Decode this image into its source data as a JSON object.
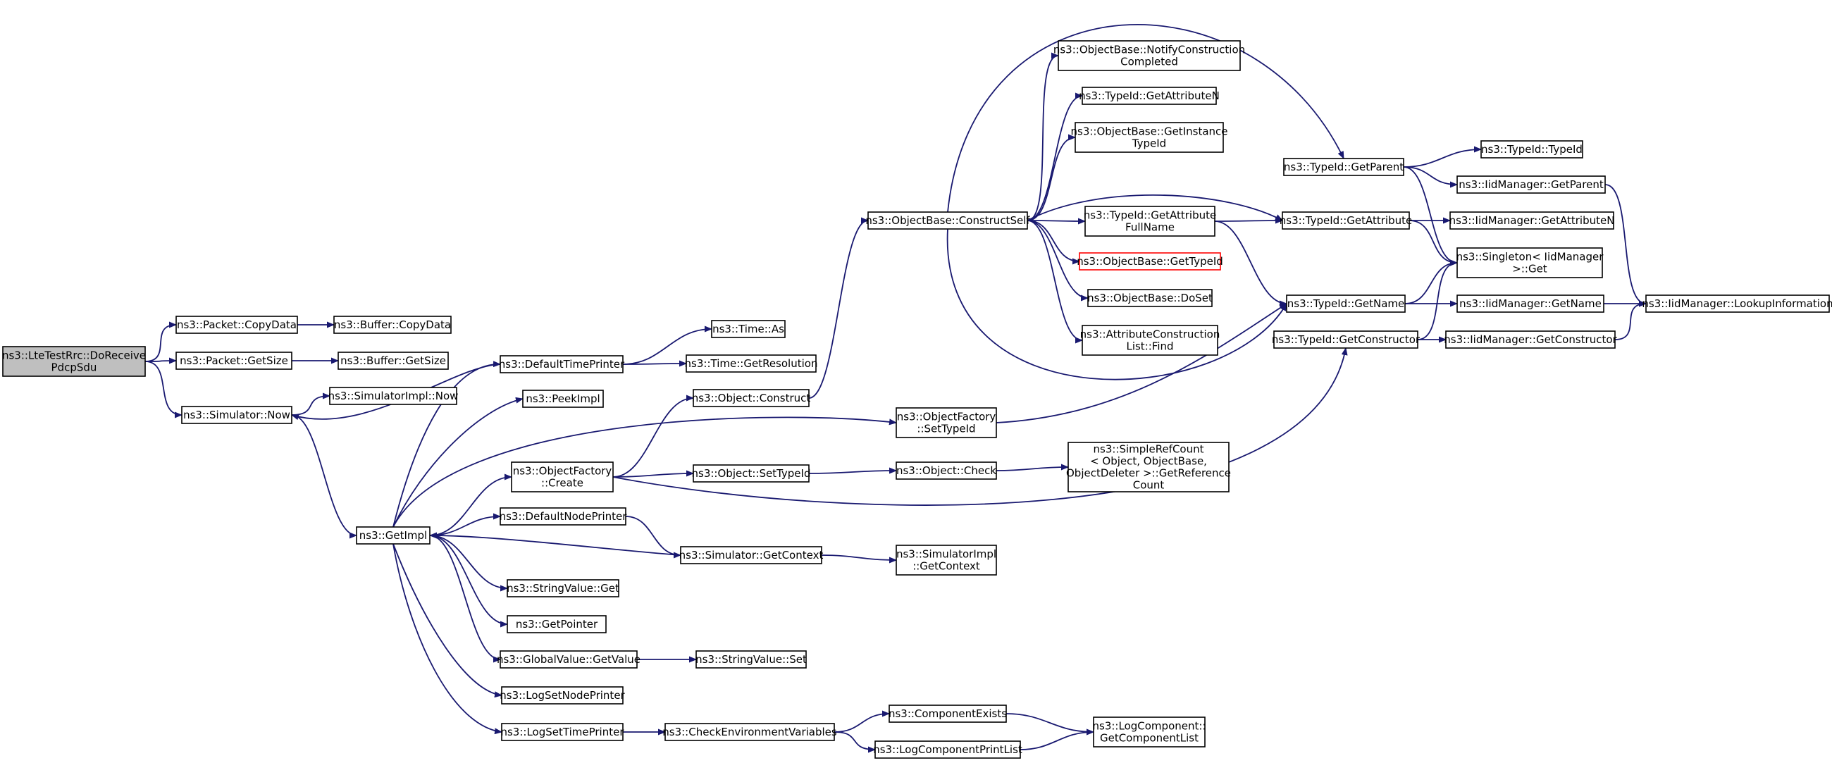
{
  "colors": {
    "edge": "#191970",
    "node_border": "#000000",
    "root_fill": "#bfbfbf",
    "incomplete_border": "#ff0000"
  },
  "nodes": [
    {
      "id": "root",
      "lines": [
        "ns3::LteTestRrc::DoReceive",
        "PdcpSdu"
      ],
      "style": "root"
    },
    {
      "id": "pkt_copy",
      "lines": [
        "ns3::Packet::CopyData"
      ]
    },
    {
      "id": "buf_copy",
      "lines": [
        "ns3::Buffer::CopyData"
      ]
    },
    {
      "id": "pkt_size",
      "lines": [
        "ns3::Packet::GetSize"
      ]
    },
    {
      "id": "buf_size",
      "lines": [
        "ns3::Buffer::GetSize"
      ]
    },
    {
      "id": "sim_now",
      "lines": [
        "ns3::Simulator::Now"
      ]
    },
    {
      "id": "simimpl_now",
      "lines": [
        "ns3::SimulatorImpl::Now"
      ]
    },
    {
      "id": "getimpl",
      "lines": [
        "ns3::GetImpl"
      ]
    },
    {
      "id": "def_time",
      "lines": [
        "ns3::DefaultTimePrinter"
      ]
    },
    {
      "id": "time_as",
      "lines": [
        "ns3::Time::As"
      ]
    },
    {
      "id": "time_res",
      "lines": [
        "ns3::Time::GetResolution"
      ]
    },
    {
      "id": "peekimpl",
      "lines": [
        "ns3::PeekImpl"
      ]
    },
    {
      "id": "of_create",
      "lines": [
        "ns3::ObjectFactory",
        "::Create"
      ]
    },
    {
      "id": "obj_construct",
      "lines": [
        "ns3::Object::Construct"
      ]
    },
    {
      "id": "obj_settypeid",
      "lines": [
        "ns3::Object::SetTypeId"
      ]
    },
    {
      "id": "obj_check",
      "lines": [
        "ns3::Object::Check"
      ]
    },
    {
      "id": "srcount",
      "lines": [
        "ns3::SimpleRefCount",
        "< Object, ObjectBase,",
        " ObjectDeleter >::GetReference",
        "Count"
      ]
    },
    {
      "id": "of_settypeid",
      "lines": [
        "ns3::ObjectFactory",
        "::SetTypeId"
      ]
    },
    {
      "id": "def_node",
      "lines": [
        "ns3::DefaultNodePrinter"
      ]
    },
    {
      "id": "sim_getctx",
      "lines": [
        "ns3::Simulator::GetContext"
      ]
    },
    {
      "id": "simimpl_ctx",
      "lines": [
        "ns3::SimulatorImpl",
        "::GetContext"
      ]
    },
    {
      "id": "sv_get",
      "lines": [
        "ns3::StringValue::Get"
      ]
    },
    {
      "id": "getpointer",
      "lines": [
        "ns3::GetPointer"
      ]
    },
    {
      "id": "gv_getvalue",
      "lines": [
        "ns3::GlobalValue::GetValue"
      ]
    },
    {
      "id": "sv_set",
      "lines": [
        "ns3::StringValue::Set"
      ]
    },
    {
      "id": "lognode",
      "lines": [
        "ns3::LogSetNodePrinter"
      ]
    },
    {
      "id": "logtime",
      "lines": [
        "ns3::LogSetTimePrinter"
      ]
    },
    {
      "id": "checkenv",
      "lines": [
        "ns3::CheckEnvironmentVariables"
      ]
    },
    {
      "id": "compexists",
      "lines": [
        "ns3::ComponentExists"
      ]
    },
    {
      "id": "lcprint",
      "lines": [
        "ns3::LogComponentPrintList"
      ]
    },
    {
      "id": "lc_getlist",
      "lines": [
        "ns3::LogComponent::",
        "GetComponentList"
      ]
    },
    {
      "id": "ob_construct",
      "lines": [
        "ns3::ObjectBase::ConstructSelf"
      ]
    },
    {
      "id": "ob_notify",
      "lines": [
        "ns3::ObjectBase::NotifyConstruction",
        "Completed"
      ]
    },
    {
      "id": "tid_getattrn",
      "lines": [
        "ns3::TypeId::GetAttributeN"
      ]
    },
    {
      "id": "ob_getinst",
      "lines": [
        "ns3::ObjectBase::GetInstance",
        "TypeId"
      ]
    },
    {
      "id": "tid_getattrfull",
      "lines": [
        "ns3::TypeId::GetAttribute",
        "FullName"
      ]
    },
    {
      "id": "ob_gettypeid",
      "lines": [
        "ns3::ObjectBase::GetTypeId"
      ],
      "style": "incomplete"
    },
    {
      "id": "ob_doset",
      "lines": [
        "ns3::ObjectBase::DoSet"
      ]
    },
    {
      "id": "ac_find",
      "lines": [
        "ns3::AttributeConstruction",
        "List::Find"
      ]
    },
    {
      "id": "tid_getparent",
      "lines": [
        "ns3::TypeId::GetParent"
      ]
    },
    {
      "id": "tid_typeid",
      "lines": [
        "ns3::TypeId::TypeId"
      ]
    },
    {
      "id": "iid_getparent",
      "lines": [
        "ns3::IidManager::GetParent"
      ]
    },
    {
      "id": "tid_getattr",
      "lines": [
        "ns3::TypeId::GetAttribute"
      ]
    },
    {
      "id": "iid_getattrn",
      "lines": [
        "ns3::IidManager::GetAttributeN"
      ]
    },
    {
      "id": "singleton",
      "lines": [
        "ns3::Singleton< IidManager",
        " >::Get"
      ]
    },
    {
      "id": "tid_getname",
      "lines": [
        "ns3::TypeId::GetName"
      ]
    },
    {
      "id": "iid_getname",
      "lines": [
        "ns3::IidManager::GetName"
      ]
    },
    {
      "id": "iid_lookup",
      "lines": [
        "ns3::IidManager::LookupInformation"
      ]
    },
    {
      "id": "tid_getctor",
      "lines": [
        "ns3::TypeId::GetConstructor"
      ]
    },
    {
      "id": "iid_getctor",
      "lines": [
        "ns3::IidManager::GetConstructor"
      ]
    }
  ],
  "edges": [
    {
      "from": "root",
      "to": "pkt_copy"
    },
    {
      "from": "root",
      "to": "pkt_size"
    },
    {
      "from": "root",
      "to": "sim_now"
    },
    {
      "from": "pkt_copy",
      "to": "buf_copy"
    },
    {
      "from": "pkt_size",
      "to": "buf_size"
    },
    {
      "from": "sim_now",
      "to": "simimpl_now"
    },
    {
      "from": "sim_now",
      "to": "getimpl"
    },
    {
      "from": "getimpl",
      "to": "def_time"
    },
    {
      "from": "getimpl",
      "to": "peekimpl"
    },
    {
      "from": "getimpl",
      "to": "of_settypeid"
    },
    {
      "from": "getimpl",
      "to": "of_create"
    },
    {
      "from": "getimpl",
      "to": "def_node"
    },
    {
      "from": "getimpl",
      "to": "sv_get"
    },
    {
      "from": "getimpl",
      "to": "getpointer"
    },
    {
      "from": "getimpl",
      "to": "gv_getvalue"
    },
    {
      "from": "getimpl",
      "to": "lognode"
    },
    {
      "from": "getimpl",
      "to": "logtime"
    },
    {
      "from": "def_time",
      "to": "sim_now"
    },
    {
      "from": "def_time",
      "to": "time_as"
    },
    {
      "from": "def_time",
      "to": "time_res"
    },
    {
      "from": "of_create",
      "to": "obj_construct"
    },
    {
      "from": "of_create",
      "to": "obj_settypeid"
    },
    {
      "from": "of_create",
      "to": "tid_getctor"
    },
    {
      "from": "obj_settypeid",
      "to": "obj_check"
    },
    {
      "from": "obj_check",
      "to": "srcount"
    },
    {
      "from": "obj_construct",
      "to": "ob_construct"
    },
    {
      "from": "of_settypeid",
      "to": "tid_getname"
    },
    {
      "from": "def_node",
      "to": "sim_getctx"
    },
    {
      "from": "sim_getctx",
      "to": "getimpl"
    },
    {
      "from": "sim_getctx",
      "to": "simimpl_ctx"
    },
    {
      "from": "gv_getvalue",
      "to": "sv_set"
    },
    {
      "from": "logtime",
      "to": "checkenv"
    },
    {
      "from": "checkenv",
      "to": "compexists"
    },
    {
      "from": "checkenv",
      "to": "lcprint"
    },
    {
      "from": "compexists",
      "to": "lc_getlist"
    },
    {
      "from": "lcprint",
      "to": "lc_getlist"
    },
    {
      "from": "ob_construct",
      "to": "ob_notify"
    },
    {
      "from": "ob_construct",
      "to": "tid_getattrn"
    },
    {
      "from": "ob_construct",
      "to": "ob_getinst"
    },
    {
      "from": "ob_construct",
      "to": "tid_getattrfull"
    },
    {
      "from": "ob_construct",
      "to": "ob_gettypeid"
    },
    {
      "from": "ob_construct",
      "to": "ob_doset"
    },
    {
      "from": "ob_construct",
      "to": "ac_find"
    },
    {
      "from": "ob_construct",
      "to": "tid_getparent"
    },
    {
      "from": "ob_construct",
      "to": "tid_getattr"
    },
    {
      "from": "ob_construct",
      "to": "tid_getname"
    },
    {
      "from": "tid_getattrfull",
      "to": "tid_getattr"
    },
    {
      "from": "tid_getattrfull",
      "to": "tid_getname"
    },
    {
      "from": "tid_getparent",
      "to": "tid_typeid"
    },
    {
      "from": "tid_getparent",
      "to": "iid_getparent"
    },
    {
      "from": "tid_getparent",
      "to": "singleton"
    },
    {
      "from": "iid_getparent",
      "to": "iid_lookup"
    },
    {
      "from": "tid_getattr",
      "to": "iid_getattrn"
    },
    {
      "from": "tid_getattr",
      "to": "singleton"
    },
    {
      "from": "tid_getname",
      "to": "singleton"
    },
    {
      "from": "tid_getname",
      "to": "iid_getname"
    },
    {
      "from": "iid_getname",
      "to": "iid_lookup"
    },
    {
      "from": "tid_getctor",
      "to": "singleton"
    },
    {
      "from": "tid_getctor",
      "to": "iid_getctor"
    },
    {
      "from": "iid_getctor",
      "to": "iid_lookup"
    }
  ]
}
